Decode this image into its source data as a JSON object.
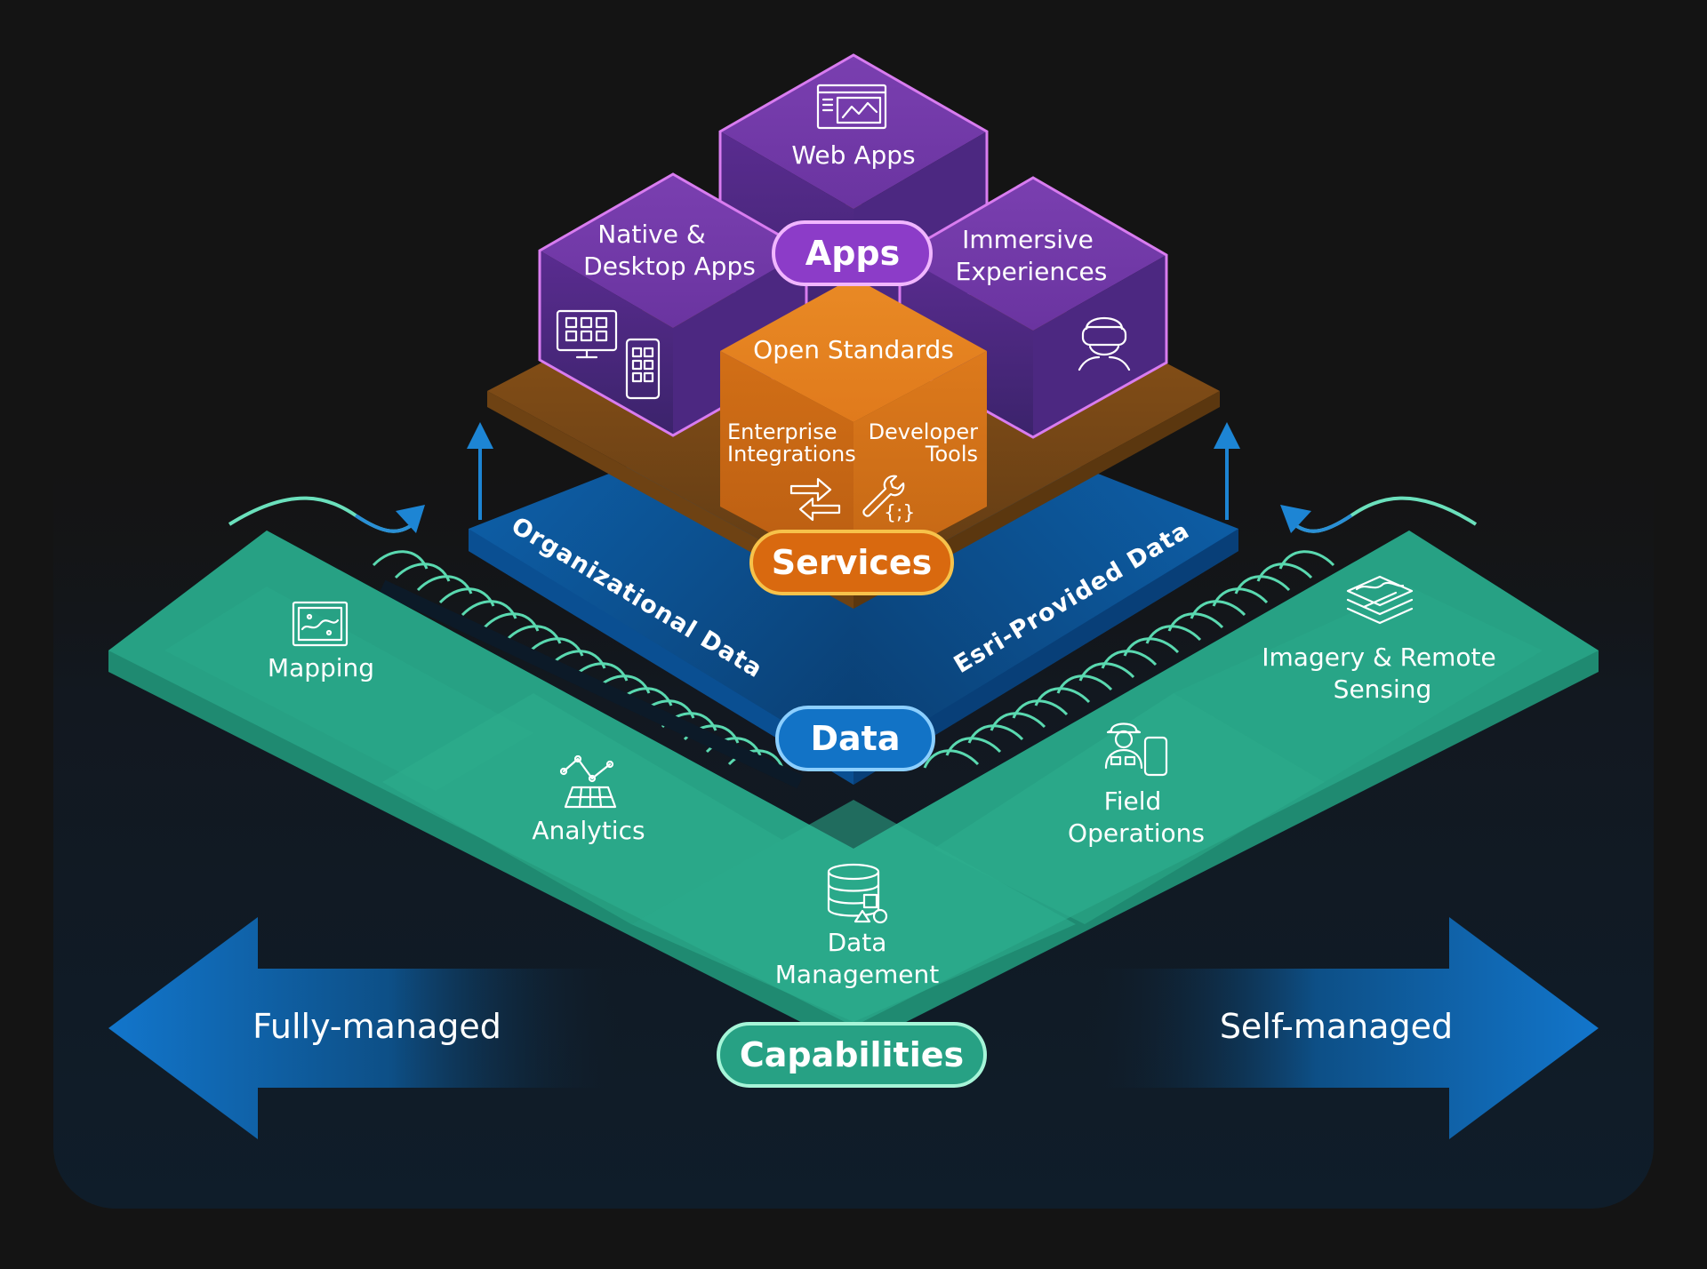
{
  "pills": {
    "apps": "Apps",
    "services": "Services",
    "data": "Data",
    "capabilities": "Capabilities"
  },
  "apps": {
    "web_apps": "Web Apps",
    "native_line1": "Native &",
    "native_line2": "Desktop Apps",
    "immersive_line1": "Immersive",
    "immersive_line2": "Experiences"
  },
  "services": {
    "open_standards": "Open Standards",
    "enterprise_line1": "Enterprise",
    "enterprise_line2": "Integrations",
    "developer_line1": "Developer",
    "developer_line2": "Tools"
  },
  "data": {
    "organizational": "Organizational Data",
    "esri_provided": "Esri-Provided Data"
  },
  "capabilities": {
    "mapping": "Mapping",
    "analytics": "Analytics",
    "data_mgmt_line1": "Data",
    "data_mgmt_line2": "Management",
    "field_line1": "Field",
    "field_line2": "Operations",
    "imagery_line1": "Imagery & Remote",
    "imagery_line2": "Sensing"
  },
  "spectrum": {
    "left": "Fully-managed",
    "right": "Self-managed"
  },
  "colors": {
    "apps_purple": "#7a3fb0",
    "apps_outline": "#d97cf0",
    "services_orange": "#e07a1c",
    "services_outline": "#f5b942",
    "data_blue": "#1273c6",
    "data_outline": "#7fc6ff",
    "capabilities_green": "#27a184",
    "capabilities_outline": "#8ef0cc",
    "arrow_blue": "#0f6fc0"
  },
  "icons": {
    "web_apps": "web-map-window-icon",
    "native_desktop": "desktop-and-tablet-icon",
    "immersive": "vr-headset-person-icon",
    "enterprise": "swap-arrows-icon",
    "developer": "wrench-code-icon",
    "mapping": "map-icon",
    "analytics": "line-chart-grid-icon",
    "data_management": "database-shapes-icon",
    "field_operations": "field-worker-phone-icon",
    "imagery": "layered-imagery-icon"
  }
}
